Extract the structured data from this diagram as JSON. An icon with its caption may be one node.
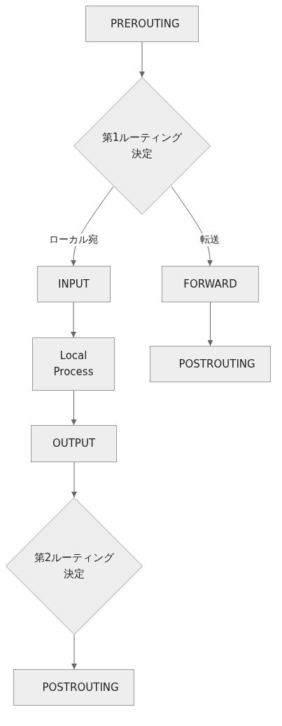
{
  "diagram": {
    "nodes": [
      {
        "text": [
          "PREROUTING"
        ]
      },
      {
        "text": [
          "第1ルーティング決定"
        ]
      },
      {
        "text": [
          "INPUT"
        ]
      },
      {
        "text": [
          "FORWARD"
        ]
      },
      {
        "text": [
          "Local Process"
        ]
      },
      {
        "text": [
          "POSTROUTING"
        ]
      },
      {
        "text": [
          "OUTPUT"
        ]
      },
      {
        "text": [
          "第2ルーティング決定"
        ]
      },
      {
        "text": [
          "POSTROUTING"
        ]
      }
    ],
    "edges": [
      {
        "from": 0,
        "to": 1,
        "arrow": "to"
      },
      {
        "from": 1,
        "to": 2,
        "arrow": "to",
        "label": "ローカル宛"
      },
      {
        "from": 1,
        "to": 3,
        "arrow": "to",
        "label": "転送"
      },
      {
        "from": 2,
        "to": 4,
        "arrow": "to"
      },
      {
        "from": 3,
        "to": 5,
        "arrow": "to"
      },
      {
        "from": 4,
        "to": 6,
        "arrow": "to"
      },
      {
        "from": 6,
        "to": 7,
        "arrow": "to"
      },
      {
        "from": 7,
        "to": 8,
        "arrow": "to"
      }
    ]
  }
}
